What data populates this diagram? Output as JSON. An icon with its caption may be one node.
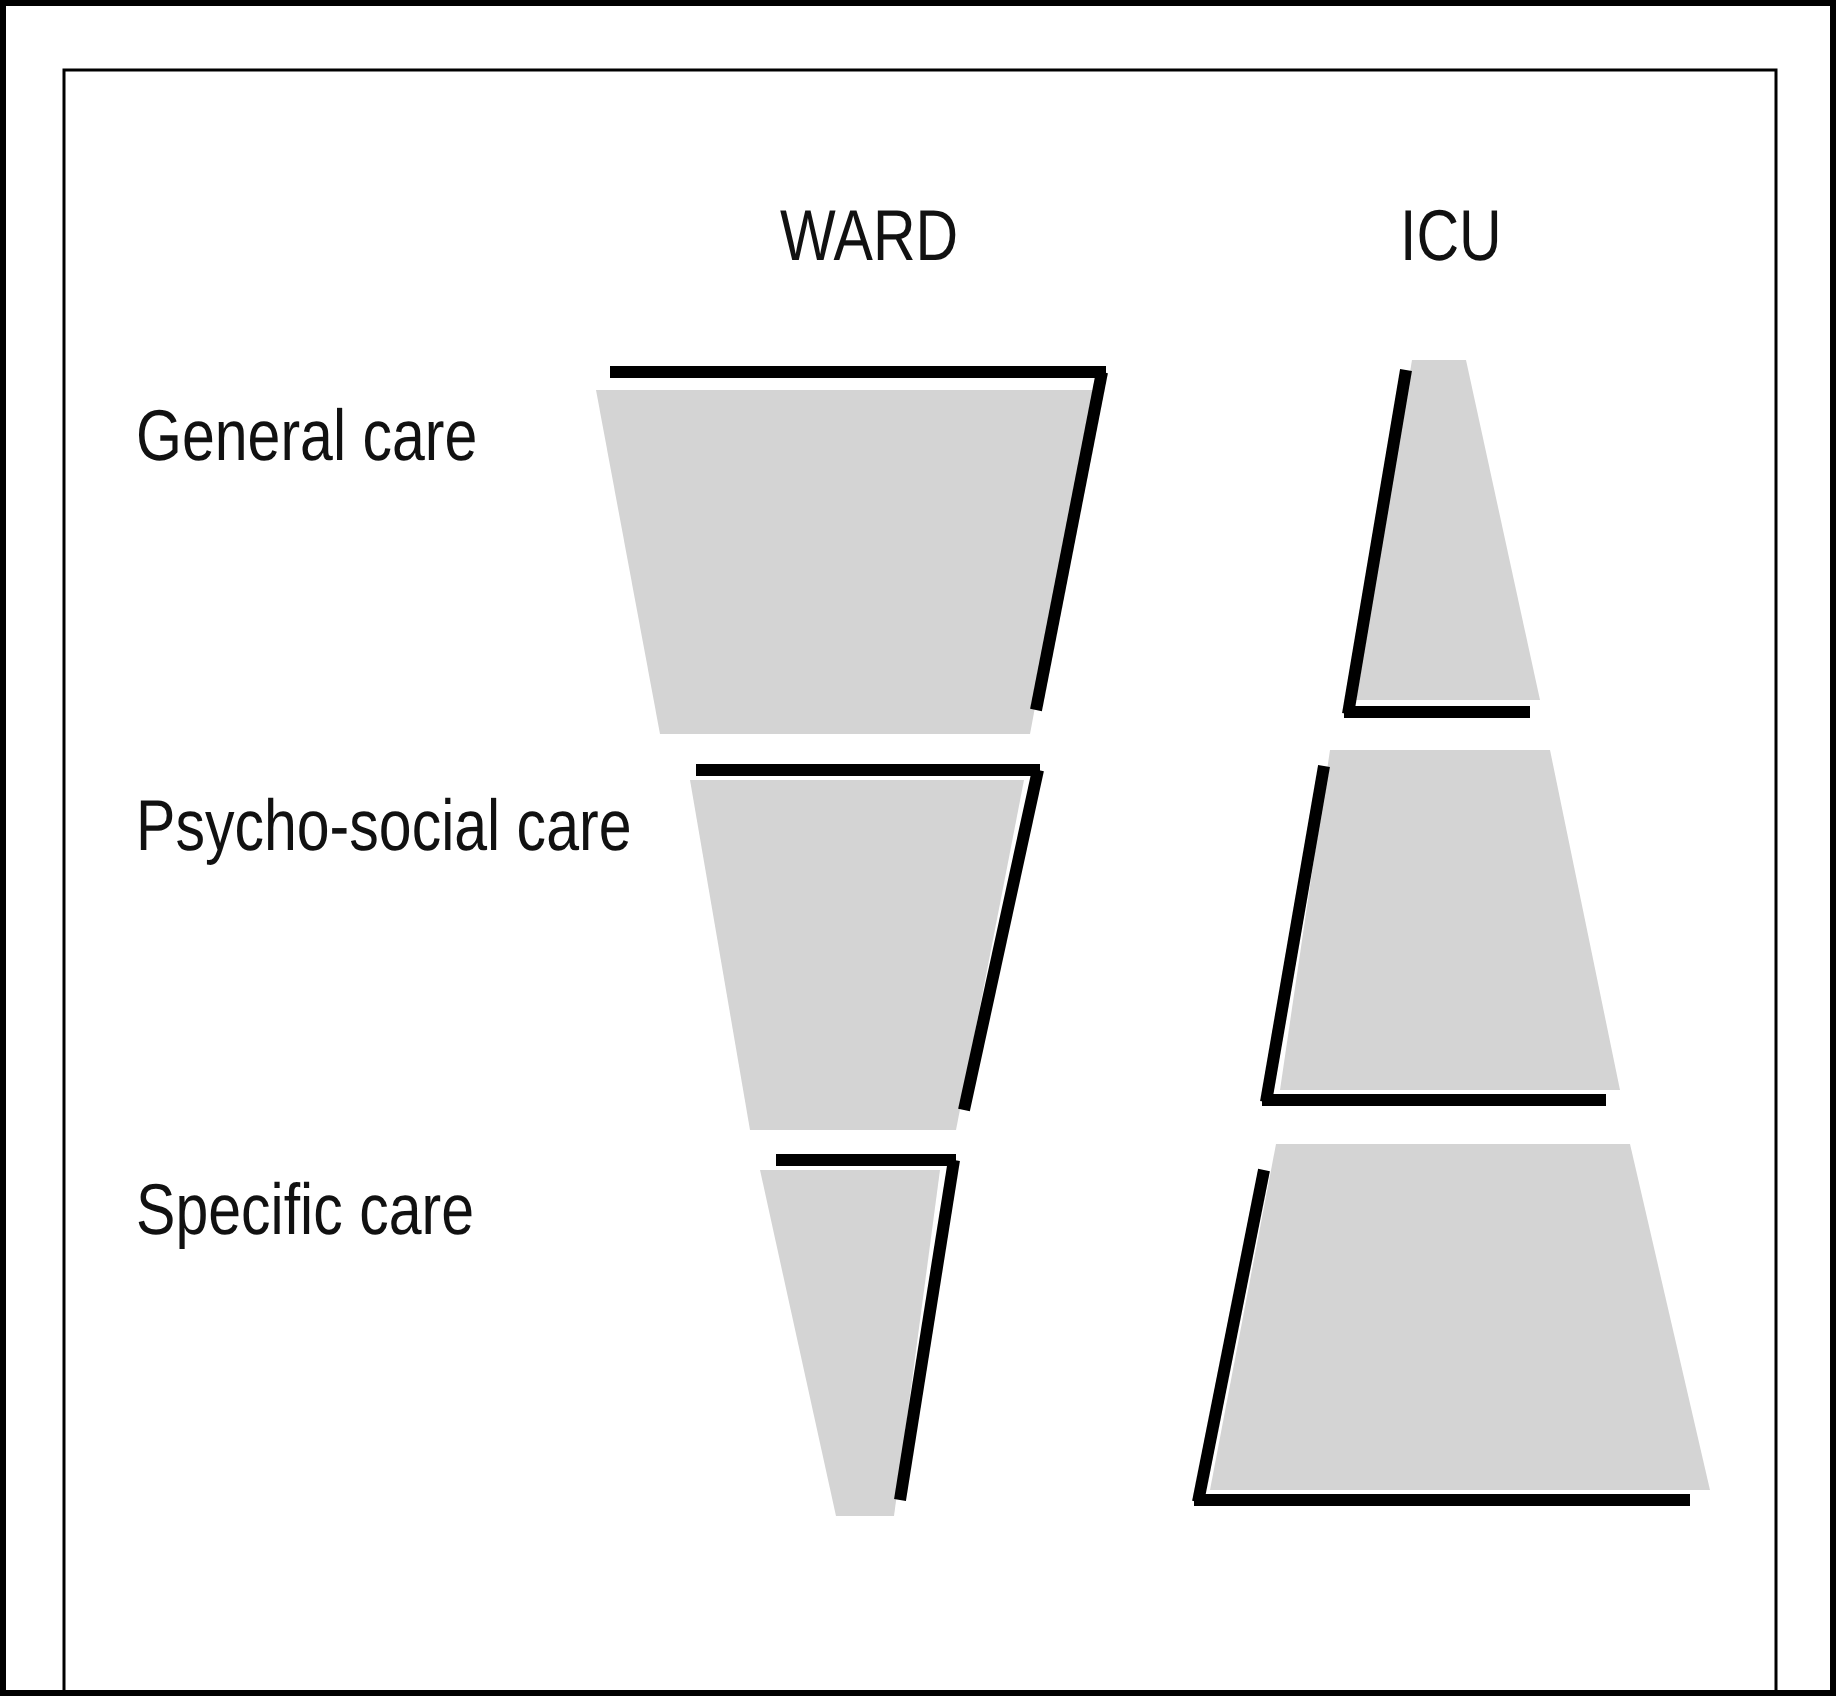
{
  "diagram": {
    "labels": [
      "WARD",
      "ICU",
      "General care",
      "Psycho-social care",
      "Specific care"
    ]
  }
}
